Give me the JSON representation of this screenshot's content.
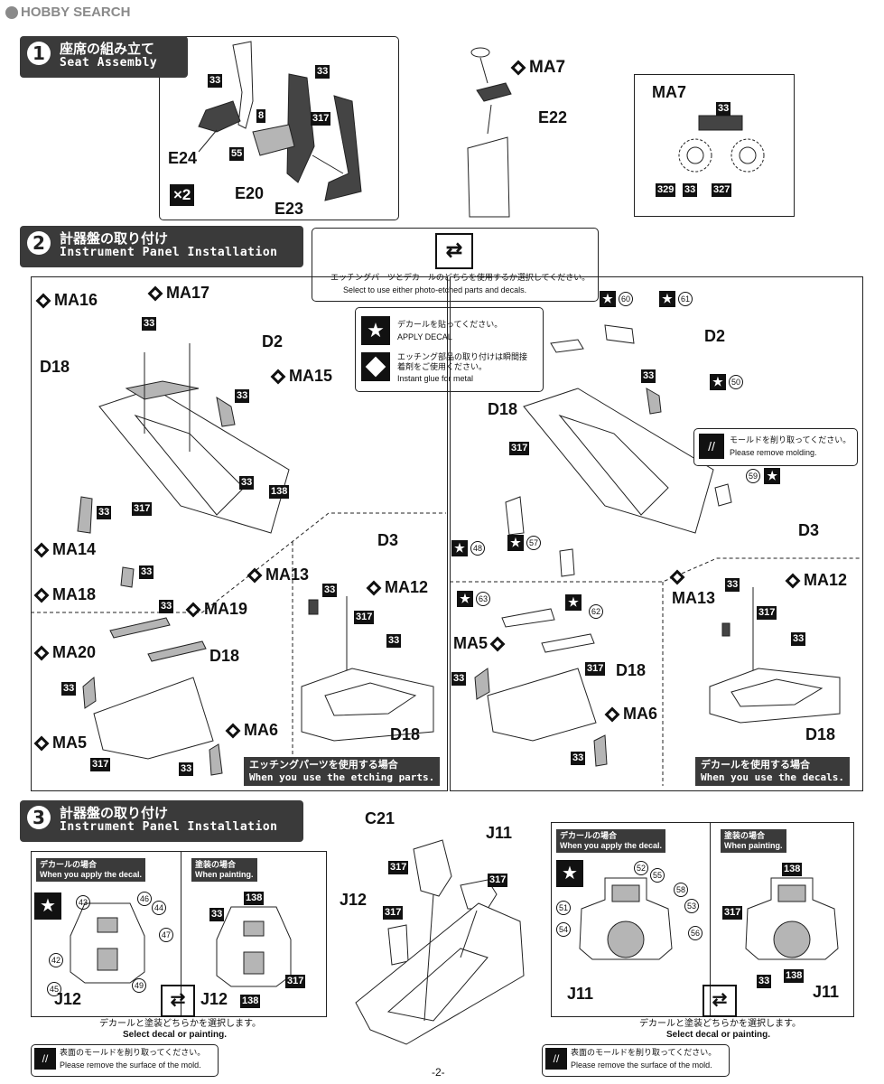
{
  "watermark": "HOBBY SEARCH",
  "page_number": "-2-",
  "step1": {
    "num": "1",
    "title_jp": "座席の組み立て",
    "title_en": "Seat Assembly",
    "parts": [
      "E24",
      "E20",
      "E23",
      "E22",
      "MA7",
      "MA7"
    ],
    "multiplier": "×2",
    "colors": [
      "33",
      "8",
      "317",
      "55",
      "33",
      "33",
      "329",
      "33",
      "327"
    ]
  },
  "select_note": {
    "jp": "エッチングパーツとデカールのどちらを使用するか選択してください。",
    "en": "Select to use either photo-etched parts and decals."
  },
  "legend": {
    "decal_jp": "デカールを貼ってください。",
    "decal_en": "APPLY DECAL",
    "glue_jp": "エッチング部品の取り付けは瞬間接着剤をご使用ください。",
    "glue_en": "Instant glue for metal"
  },
  "step2": {
    "num": "2",
    "title_jp": "計器盤の取り付け",
    "title_en": "Instrument Panel Installation",
    "left_parts": [
      "MA16",
      "MA17",
      "D2",
      "D18",
      "MA15",
      "MA14",
      "MA18",
      "MA13",
      "D3",
      "MA12",
      "MA20",
      "MA19",
      "D18",
      "MA5",
      "MA6",
      "D18"
    ],
    "etching_jp": "エッチングパーツを使用する場合",
    "etching_en": "When you use the etching parts.",
    "right_parts": [
      "D2",
      "D18",
      "D3",
      "MA13",
      "MA12",
      "MA5",
      "D18",
      "MA6",
      "D18"
    ],
    "decal_numbers": [
      "60",
      "61",
      "50",
      "59",
      "48",
      "57",
      "63",
      "62"
    ],
    "molding_jp": "モールドを削り取ってください。",
    "molding_en": "Please remove molding.",
    "decals_jp": "デカールを使用する場合",
    "decals_en": "When you use the decals."
  },
  "step3": {
    "num": "3",
    "title_jp": "計器盤の取り付け",
    "title_en": "Instrument Panel Installation",
    "decal_case_jp": "デカールの場合",
    "decal_case_en": "When you apply the decal.",
    "paint_case_jp": "塗装の場合",
    "paint_case_en": "When painting.",
    "parts": [
      "C21",
      "J11",
      "J12",
      "J12",
      "J12",
      "J11",
      "J11"
    ],
    "left_decals": [
      "43",
      "46",
      "44",
      "47",
      "42",
      "45",
      "49"
    ],
    "right_decals": [
      "52",
      "55",
      "58",
      "53",
      "51",
      "54",
      "56"
    ],
    "select_jp": "デカールと塗装どちらかを選択します。",
    "select_en": "Select decal or painting.",
    "surface_jp": "表面のモールドを削り取ってください。",
    "surface_en": "Please remove the surface of the mold."
  }
}
